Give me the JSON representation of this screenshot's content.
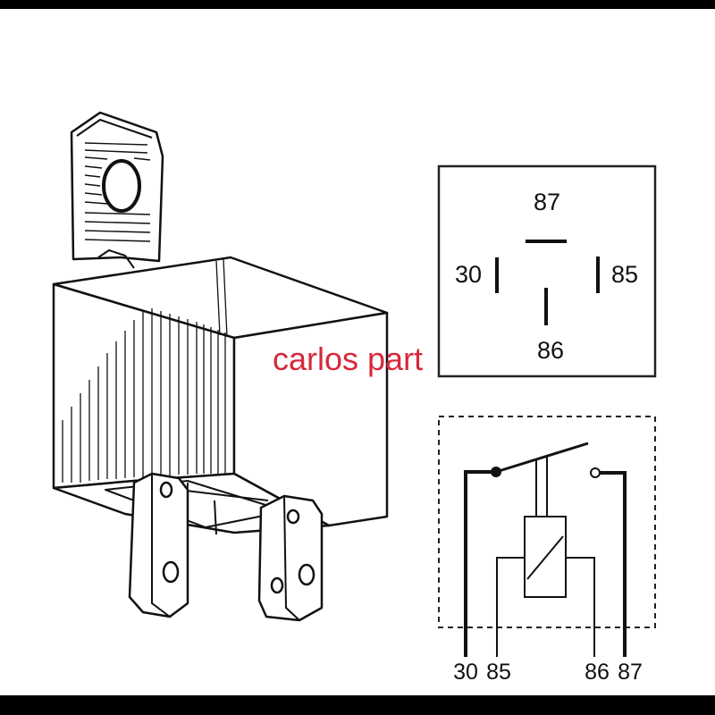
{
  "watermark": {
    "text": "carlos part",
    "color": "#d7283b"
  },
  "pin_layout": {
    "top": "87",
    "left": "30",
    "right": "85",
    "bottom": "86"
  },
  "schematic_labels": [
    "30",
    "85",
    "86",
    "87"
  ]
}
